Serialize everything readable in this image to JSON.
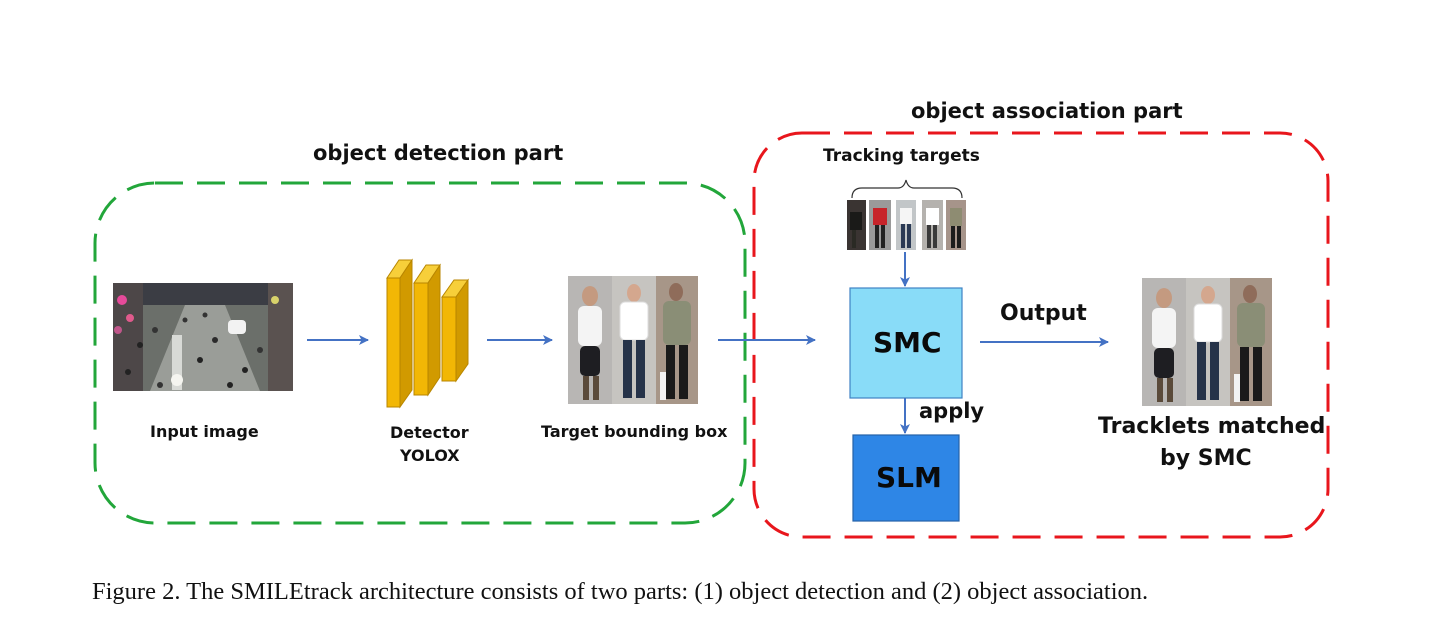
{
  "detection_part": {
    "title": "object detection part",
    "input_label": "Input image",
    "detector_line1": "Detector",
    "detector_line2": "YOLOX",
    "bbox_label": "Target bounding box"
  },
  "association_part": {
    "title": "object association part",
    "tracking_label": "Tracking targets",
    "smc_label": "SMC",
    "slm_label": "SLM",
    "apply_label": "apply",
    "output_label": "Output",
    "result_line1": "Tracklets matched",
    "result_line2": "by SMC"
  },
  "caption": "Figure 2. The SMILEtrack architecture consists of two parts: (1) object detection and (2) object association.",
  "colors": {
    "detection_border": "#22a63a",
    "association_border": "#e8161c",
    "arrow": "#4472c4",
    "smc_fill": "#89dcf8",
    "slm_fill": "#2e86e6",
    "detector_fill": "#f2b705"
  }
}
